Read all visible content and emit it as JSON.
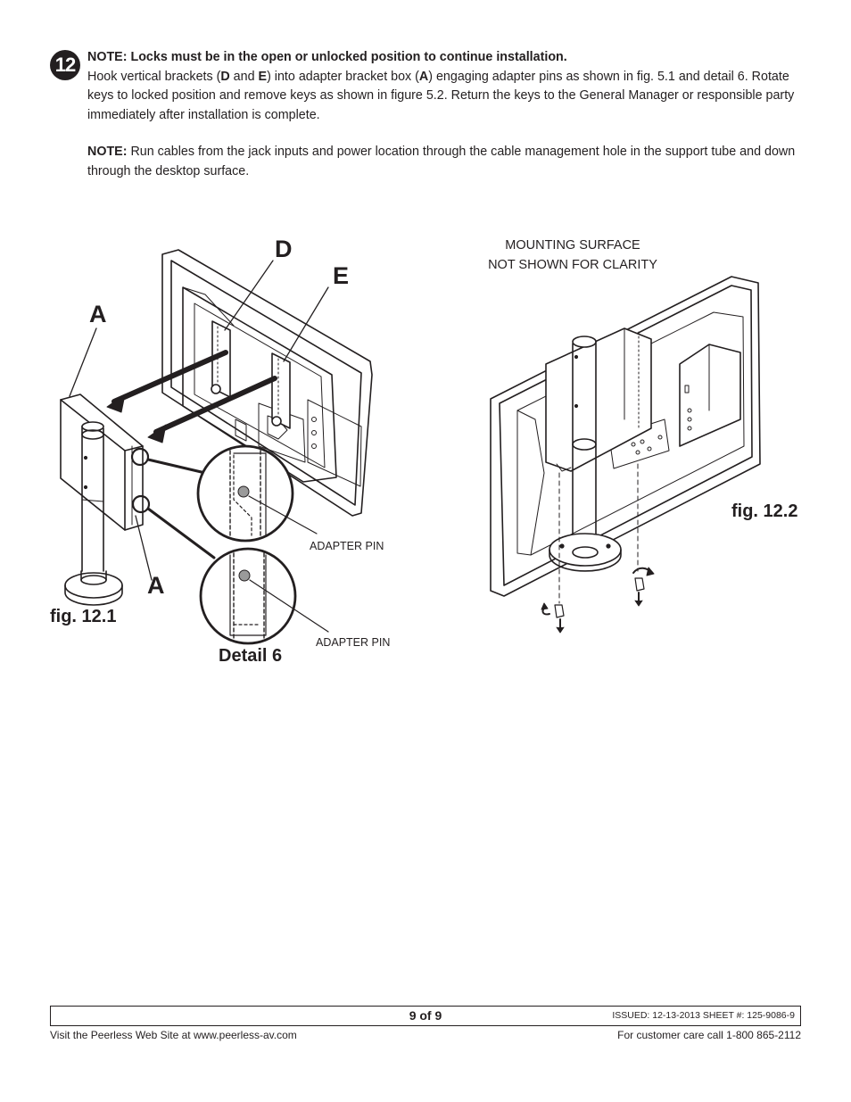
{
  "step": {
    "number": "12"
  },
  "instructions": {
    "note1_prefix": "NOTE:",
    "note1_text": " Locks must be in the open or unlocked position to continue installation.",
    "p1_a": "Hook vertical brackets (",
    "p1_D": "D",
    "p1_b": " and ",
    "p1_E": "E",
    "p1_c": ") into adapter bracket box (",
    "p1_A": "A",
    "p1_d": ") engaging adapter pins as shown in fig. 5.1 and detail 6. Rotate keys to locked position and remove keys as shown in figure 5.2. Return the keys to the General Manager or responsible party immediately after installation is complete.",
    "note2_prefix": "NOTE:",
    "note2_text": " Run cables from the jack inputs and power location through the cable management hole in the support tube and down through the desktop surface."
  },
  "figure_left": {
    "label_D": "D",
    "label_E": "E",
    "label_A_top": "A",
    "label_A_bottom": "A",
    "adapter_pin_1": "ADAPTER PIN",
    "adapter_pin_2": "ADAPTER PIN",
    "detail_caption": "Detail 6",
    "fig_caption": "fig. 12.1"
  },
  "figure_right": {
    "mount_line1": "MOUNTING SURFACE",
    "mount_line2": "NOT SHOWN FOR CLARITY",
    "fig_caption": "fig. 12.2"
  },
  "footer": {
    "page": "9 of 9",
    "issued": "ISSUED: 12-13-2013 SHEET #: 125-9086-9",
    "website": "Visit the Peerless Web Site at www.peerless-av.com",
    "customer_care": "For customer care call 1-800 865-2112"
  }
}
